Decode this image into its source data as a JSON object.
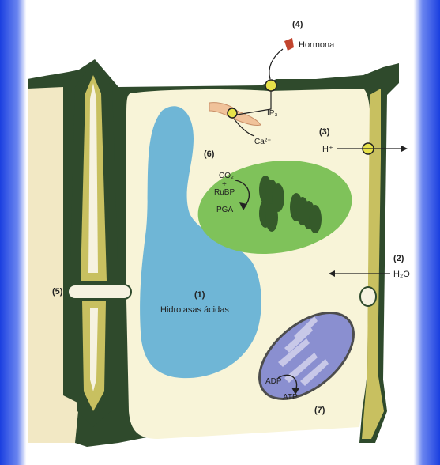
{
  "labels": {
    "n1": "(1)",
    "hidrolasas": "Hidrolasas ácidas",
    "n2": "(2)",
    "h2o": "H₂O",
    "n3": "(3)",
    "hplus": "H⁺",
    "n4": "(4)",
    "hormona": "Hormona",
    "ip3": "IP₃",
    "ca": "Ca²⁺",
    "n5": "(5)",
    "n6": "(6)",
    "co2": "CO₂",
    "plus": "+",
    "rubp": "RuBP",
    "pga": "PGA",
    "n7": "(7)",
    "adp": "ADP",
    "atp": "ATP"
  },
  "colors": {
    "background_blue": "#1a44e6",
    "cytoplasm": "#f8f4d8",
    "cell_wall_dark": "#2f4a2c",
    "cell_wall_light": "#c8c060",
    "vacuole": "#6fb6d6",
    "chloroplast": "#7fc25a",
    "mitochondrion": "#8a8fd0",
    "er": "#f0c29a"
  }
}
